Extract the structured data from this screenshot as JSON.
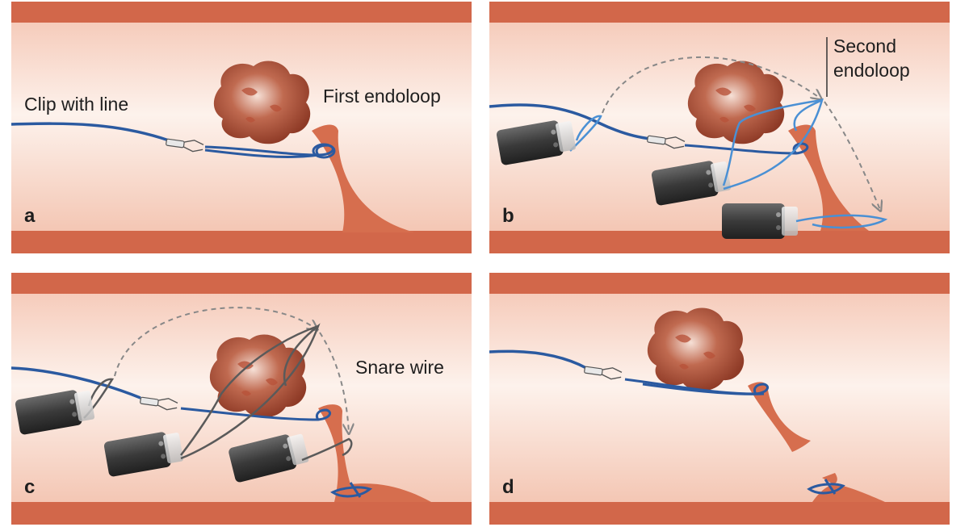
{
  "panels": [
    {
      "letter": "a",
      "labels": [
        "Clip with line",
        "First endoloop"
      ]
    },
    {
      "letter": "b",
      "labels": [
        "Second",
        "endoloop"
      ]
    },
    {
      "letter": "c",
      "labels": [
        "Snare wire"
      ]
    },
    {
      "letter": "d",
      "labels": []
    }
  ],
  "colors": {
    "wall": "#d2674a",
    "lumen_light": "#fdf1ec",
    "lumen_edge": "#f4c6b4",
    "stalk": "#d66e4e",
    "line_dark_blue": "#2b5aa0",
    "line_light_blue": "#4a90d4",
    "snare_gray": "#5a5a5a",
    "endoscope": "#3b3b3b"
  }
}
